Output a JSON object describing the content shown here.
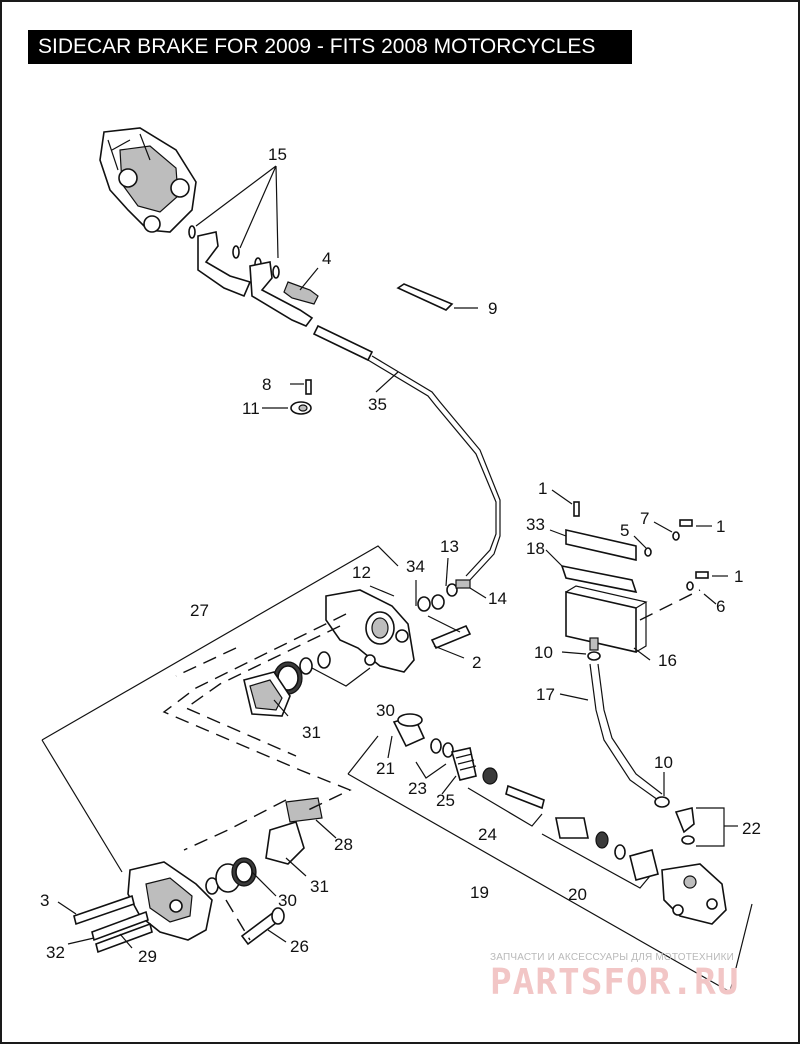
{
  "title": "SIDECAR BRAKE FOR 2009 - FITS 2008 MOTORCYCLES",
  "callouts": [
    {
      "id": "c15",
      "label": "15"
    },
    {
      "id": "c4",
      "label": "4"
    },
    {
      "id": "c9",
      "label": "9"
    },
    {
      "id": "c8",
      "label": "8"
    },
    {
      "id": "c11",
      "label": "11"
    },
    {
      "id": "c35",
      "label": "35"
    },
    {
      "id": "c1a",
      "label": "1"
    },
    {
      "id": "c33",
      "label": "33"
    },
    {
      "id": "c5",
      "label": "5"
    },
    {
      "id": "c7",
      "label": "7"
    },
    {
      "id": "c1b",
      "label": "1"
    },
    {
      "id": "c18",
      "label": "18"
    },
    {
      "id": "c1c",
      "label": "1"
    },
    {
      "id": "c6",
      "label": "6"
    },
    {
      "id": "c13",
      "label": "13"
    },
    {
      "id": "c12",
      "label": "12"
    },
    {
      "id": "c34",
      "label": "34"
    },
    {
      "id": "c14",
      "label": "14"
    },
    {
      "id": "c27",
      "label": "27"
    },
    {
      "id": "c2",
      "label": "2"
    },
    {
      "id": "c10a",
      "label": "10"
    },
    {
      "id": "c16",
      "label": "16"
    },
    {
      "id": "c17",
      "label": "17"
    },
    {
      "id": "c30a",
      "label": "30"
    },
    {
      "id": "c31a",
      "label": "31"
    },
    {
      "id": "c21",
      "label": "21"
    },
    {
      "id": "c23",
      "label": "23"
    },
    {
      "id": "c25",
      "label": "25"
    },
    {
      "id": "c10b",
      "label": "10"
    },
    {
      "id": "c22",
      "label": "22"
    },
    {
      "id": "c24",
      "label": "24"
    },
    {
      "id": "c28",
      "label": "28"
    },
    {
      "id": "c31b",
      "label": "31"
    },
    {
      "id": "c30b",
      "label": "30"
    },
    {
      "id": "c19",
      "label": "19"
    },
    {
      "id": "c20",
      "label": "20"
    },
    {
      "id": "c3",
      "label": "3"
    },
    {
      "id": "c32",
      "label": "32"
    },
    {
      "id": "c29",
      "label": "29"
    },
    {
      "id": "c26",
      "label": "26"
    }
  ],
  "watermark": {
    "tagline": "ЗАПЧАСТИ И АКСЕССУАРЫ ДЛЯ МОТОТЕХНИКИ",
    "logo": "PARTSFOR.RU"
  }
}
